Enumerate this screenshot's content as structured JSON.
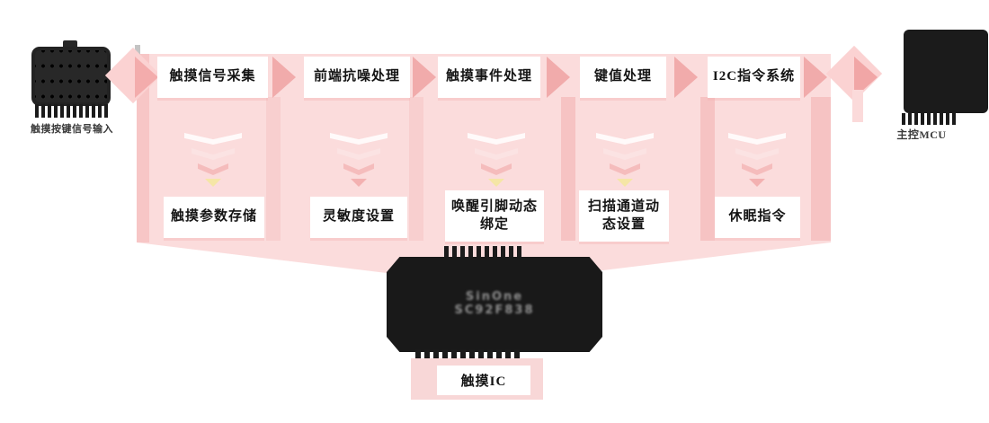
{
  "diagram": {
    "input": {
      "caption": "触摸按键信号输入",
      "icon": "touch-keypad-icon"
    },
    "output": {
      "caption": "主控MCU",
      "icon": "mcu-chip-icon"
    },
    "top_row": [
      {
        "label": "触摸信号采集"
      },
      {
        "label": "前端抗噪处理"
      },
      {
        "label": "触摸事件处理"
      },
      {
        "label": "键值处理"
      },
      {
        "label": "I2C指令系统"
      }
    ],
    "bottom_row": [
      {
        "label": "触摸参数存储"
      },
      {
        "label": "灵敏度设置"
      },
      {
        "label": "唤醒引脚动态绑定"
      },
      {
        "label": "扫描通道动态设置"
      },
      {
        "label": "休眠指令"
      }
    ],
    "chip": {
      "marking_line1": "SinOne",
      "marking_line2": "SC92F838",
      "label": "触摸IC"
    },
    "colors": {
      "band_pink": "#fbdcdc",
      "arrow_pink": "#f1abab",
      "separator_pink": "#f6c3c3",
      "tip_yellow": "#f5e6a6",
      "chip_black": "#1b1b1b",
      "box_white": "#ffffff"
    }
  }
}
